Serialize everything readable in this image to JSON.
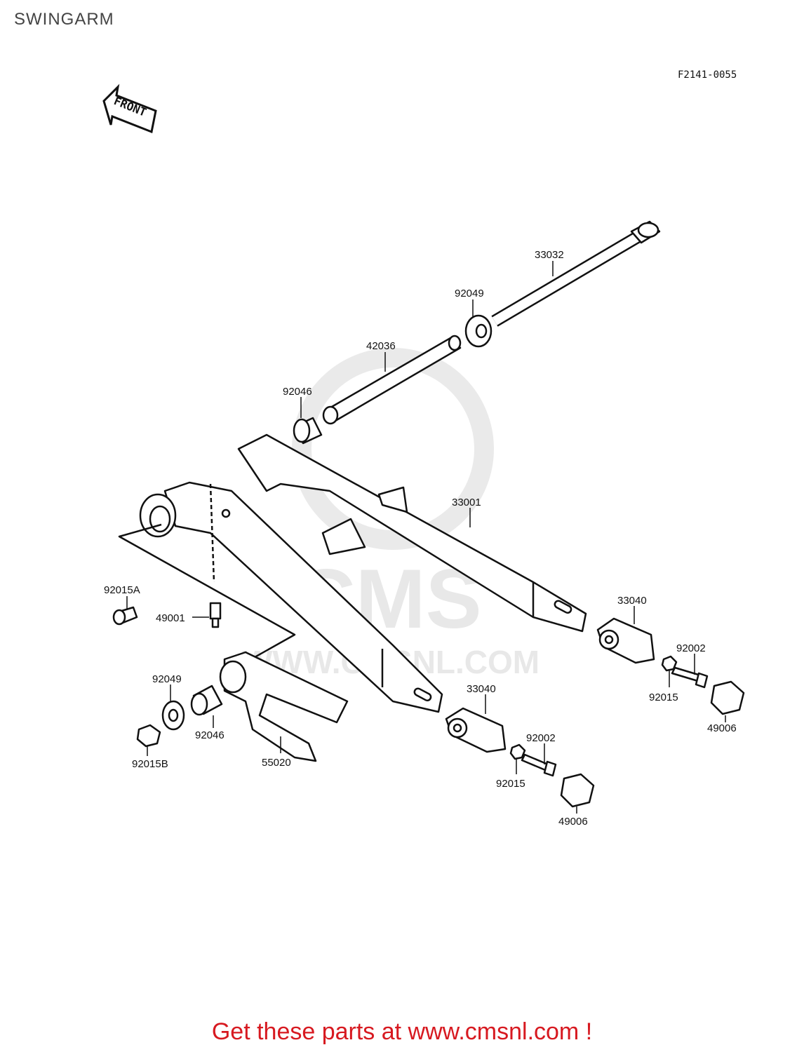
{
  "header": {
    "title": "SWINGARM",
    "figure_code": "F2141-0055"
  },
  "front_arrow": {
    "label": "FRONT"
  },
  "watermark": {
    "logo": "CMS",
    "site": "WWW.CMSNL.COM"
  },
  "parts": [
    {
      "id": "33032",
      "label": "33032"
    },
    {
      "id": "92049-top",
      "label": "92049"
    },
    {
      "id": "42036",
      "label": "42036"
    },
    {
      "id": "92046-top",
      "label": "92046"
    },
    {
      "id": "33001",
      "label": "33001"
    },
    {
      "id": "92015A",
      "label": "92015A"
    },
    {
      "id": "49001",
      "label": "49001"
    },
    {
      "id": "33040-right",
      "label": "33040"
    },
    {
      "id": "92002-right",
      "label": "92002"
    },
    {
      "id": "92015-right",
      "label": "92015"
    },
    {
      "id": "49006-right",
      "label": "49006"
    },
    {
      "id": "92049-left",
      "label": "92049"
    },
    {
      "id": "92046-left",
      "label": "92046"
    },
    {
      "id": "92015B",
      "label": "92015B"
    },
    {
      "id": "55020",
      "label": "55020"
    },
    {
      "id": "33040-center",
      "label": "33040"
    },
    {
      "id": "92002-center",
      "label": "92002"
    },
    {
      "id": "92015-center",
      "label": "92015"
    },
    {
      "id": "49006-center",
      "label": "49006"
    }
  ],
  "footer": {
    "promo_text": "Get these parts at www.cmsnl.com !"
  },
  "colors": {
    "promo": "#d71920",
    "line": "#111111",
    "watermark": "#e6e6e6"
  }
}
